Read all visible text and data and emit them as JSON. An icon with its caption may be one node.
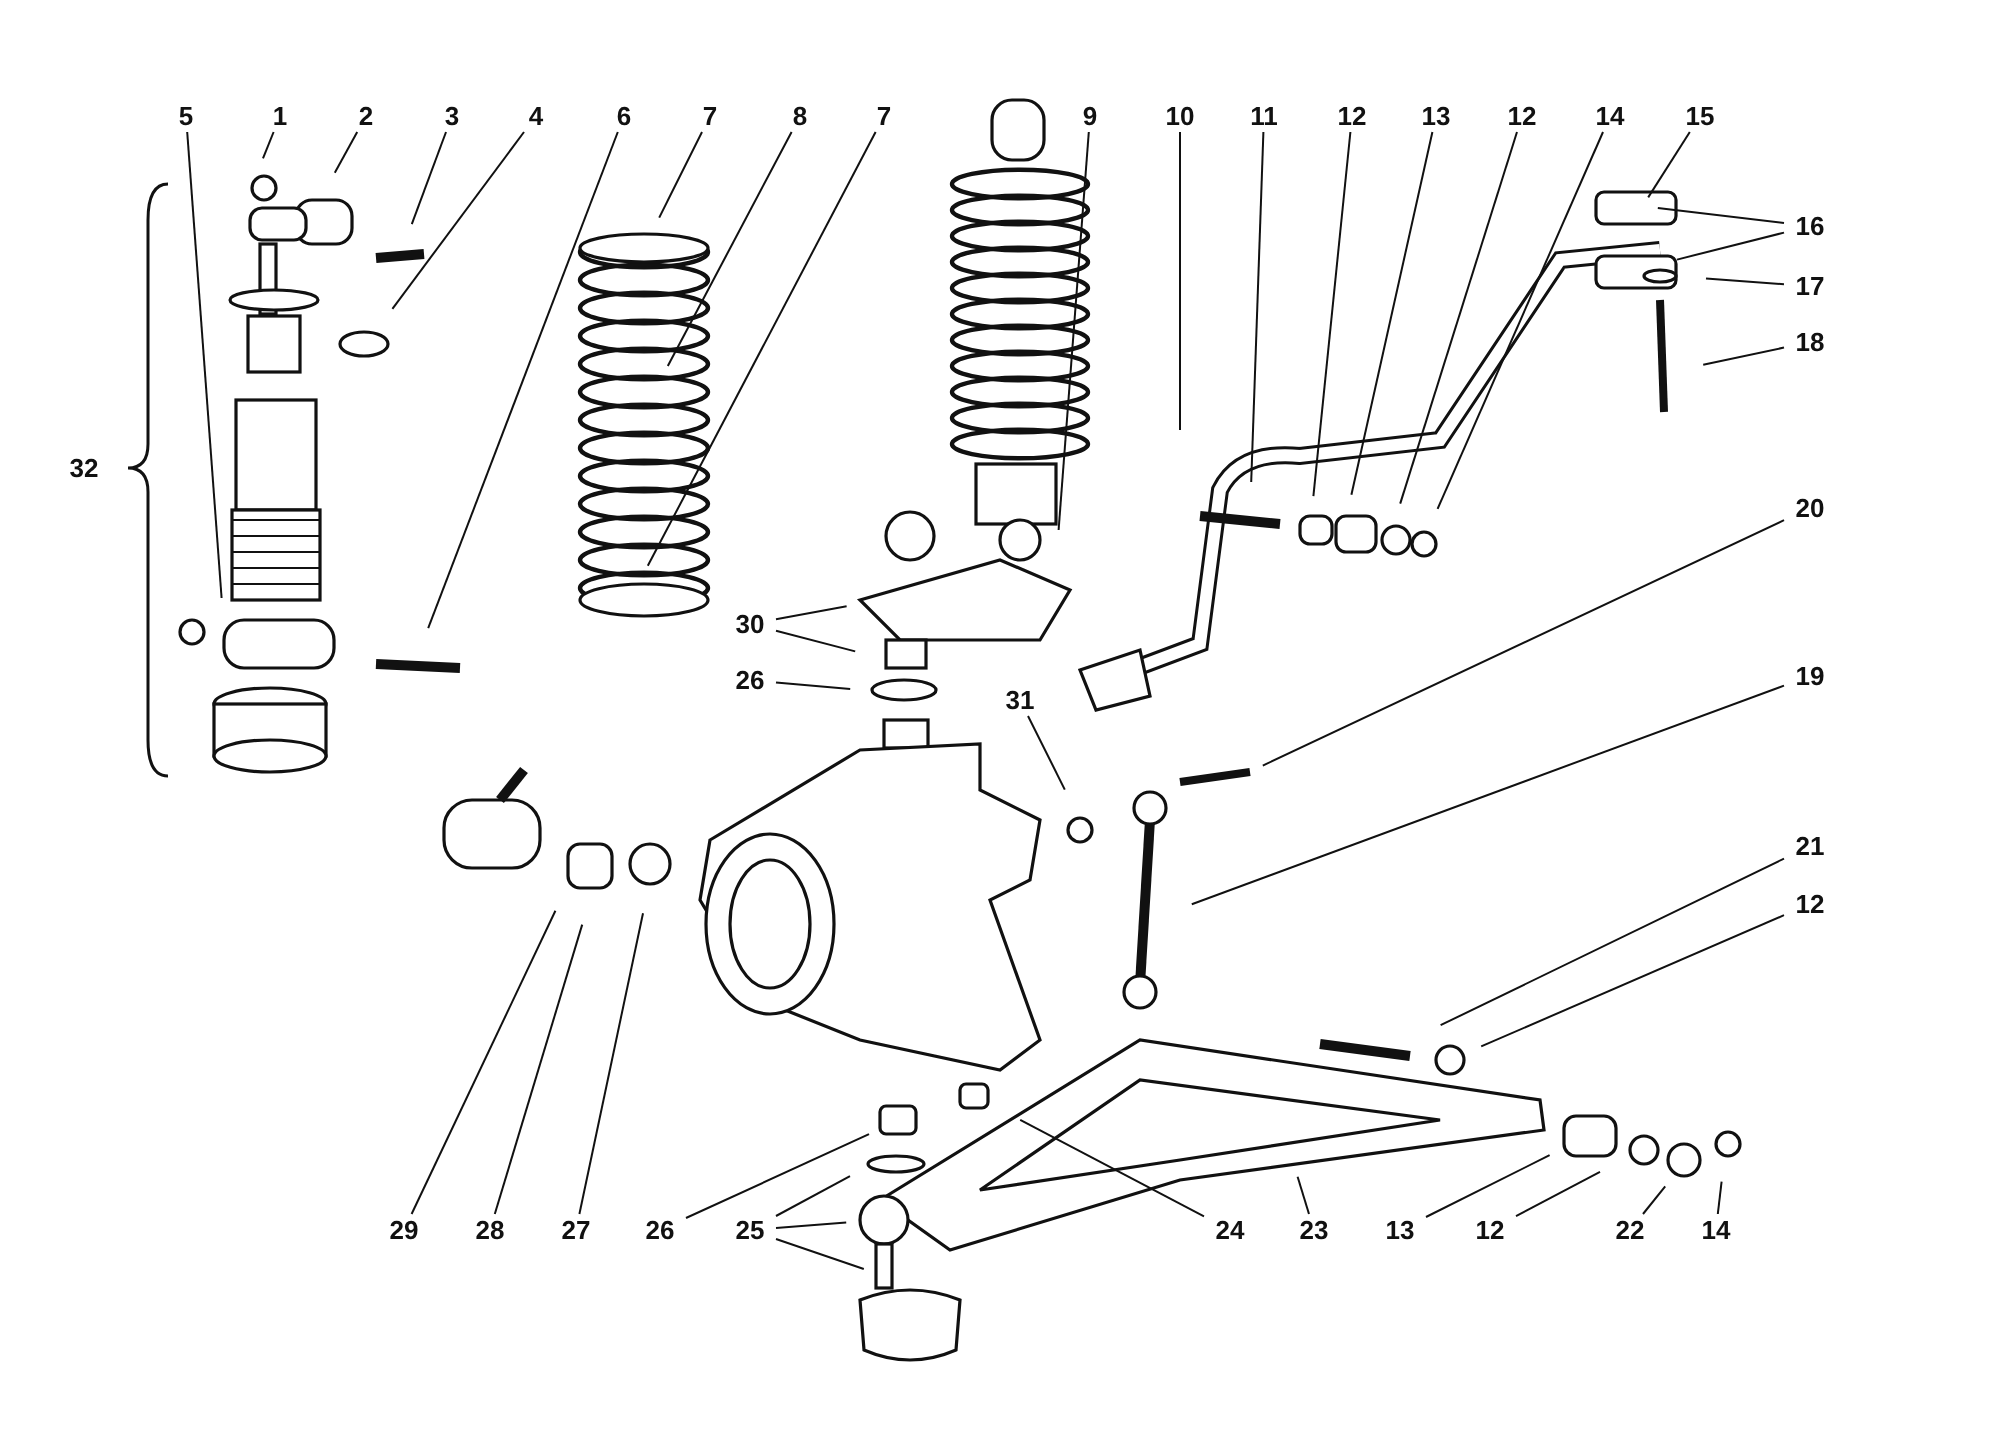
{
  "diagram": {
    "nodes": [
      {
        "text": [
          "5"
        ]
      },
      {
        "text": [
          "1"
        ]
      },
      {
        "text": [
          "2"
        ]
      },
      {
        "text": [
          "3"
        ]
      },
      {
        "text": [
          "4"
        ]
      },
      {
        "text": [
          "6"
        ]
      },
      {
        "text": [
          "7"
        ]
      },
      {
        "text": [
          "8"
        ]
      },
      {
        "text": [
          "7"
        ]
      },
      {
        "text": [
          "9"
        ]
      },
      {
        "text": [
          "10"
        ]
      },
      {
        "text": [
          "11"
        ]
      },
      {
        "text": [
          "12"
        ]
      },
      {
        "text": [
          "13"
        ]
      },
      {
        "text": [
          "12"
        ]
      },
      {
        "text": [
          "14"
        ]
      },
      {
        "text": [
          "15"
        ]
      },
      {
        "text": [
          "16"
        ]
      },
      {
        "text": [
          "17"
        ]
      },
      {
        "text": [
          "18"
        ]
      },
      {
        "text": [
          "32"
        ]
      },
      {
        "text": [
          "20"
        ]
      },
      {
        "text": [
          "30"
        ]
      },
      {
        "text": [
          "19"
        ]
      },
      {
        "text": [
          "26"
        ]
      },
      {
        "text": [
          "31"
        ]
      },
      {
        "text": [
          "21"
        ]
      },
      {
        "text": [
          "12"
        ]
      },
      {
        "text": [
          "29"
        ]
      },
      {
        "text": [
          "28"
        ]
      },
      {
        "text": [
          "27"
        ]
      },
      {
        "text": [
          "26"
        ]
      },
      {
        "text": [
          "25"
        ]
      },
      {
        "text": [
          "24"
        ]
      },
      {
        "text": [
          "23"
        ]
      },
      {
        "text": [
          "13"
        ]
      },
      {
        "text": [
          "12"
        ]
      },
      {
        "text": [
          "22"
        ]
      },
      {
        "text": [
          "14"
        ]
      }
    ],
    "edges": [
      {
        "from": 0,
        "to": null,
        "arrow": "none"
      },
      {
        "from": 1,
        "to": null,
        "arrow": "none"
      },
      {
        "from": 2,
        "to": null,
        "arrow": "none"
      },
      {
        "from": 3,
        "to": null,
        "arrow": "none"
      },
      {
        "from": 4,
        "to": null,
        "arrow": "none"
      },
      {
        "from": 5,
        "to": null,
        "arrow": "none"
      },
      {
        "from": 6,
        "to": null,
        "arrow": "none"
      },
      {
        "from": 7,
        "to": null,
        "arrow": "none"
      },
      {
        "from": 8,
        "to": null,
        "arrow": "none"
      },
      {
        "from": 9,
        "to": null,
        "arrow": "none"
      },
      {
        "from": 10,
        "to": null,
        "arrow": "none"
      },
      {
        "from": 11,
        "to": null,
        "arrow": "none"
      },
      {
        "from": 12,
        "to": null,
        "arrow": "none"
      },
      {
        "from": 13,
        "to": null,
        "arrow": "none"
      },
      {
        "from": 14,
        "to": null,
        "arrow": "none"
      },
      {
        "from": 15,
        "to": null,
        "arrow": "none"
      },
      {
        "from": 16,
        "to": null,
        "arrow": "none"
      },
      {
        "from": 17,
        "to": null,
        "arrow": "none"
      },
      {
        "from": 17,
        "to": null,
        "arrow": "none"
      },
      {
        "from": 18,
        "to": null,
        "arrow": "none"
      },
      {
        "from": 19,
        "to": null,
        "arrow": "none"
      },
      {
        "from": 21,
        "to": null,
        "arrow": "none"
      },
      {
        "from": 22,
        "to": null,
        "arrow": "none"
      },
      {
        "from": 22,
        "to": null,
        "arrow": "none"
      },
      {
        "from": 23,
        "to": null,
        "arrow": "none"
      },
      {
        "from": 24,
        "to": null,
        "arrow": "none"
      },
      {
        "from": 25,
        "to": null,
        "arrow": "none"
      },
      {
        "from": 26,
        "to": null,
        "arrow": "none"
      },
      {
        "from": 27,
        "to": null,
        "arrow": "none"
      },
      {
        "from": 28,
        "to": null,
        "arrow": "none"
      },
      {
        "from": 29,
        "to": null,
        "arrow": "none"
      },
      {
        "from": 30,
        "to": null,
        "arrow": "none"
      },
      {
        "from": 31,
        "to": null,
        "arrow": "none"
      },
      {
        "from": 32,
        "to": null,
        "arrow": "none"
      },
      {
        "from": 32,
        "to": null,
        "arrow": "none"
      },
      {
        "from": 32,
        "to": null,
        "arrow": "none"
      },
      {
        "from": 33,
        "to": null,
        "arrow": "none"
      },
      {
        "from": 34,
        "to": null,
        "arrow": "none"
      },
      {
        "from": 35,
        "to": null,
        "arrow": "none"
      },
      {
        "from": 36,
        "to": null,
        "arrow": "none"
      },
      {
        "from": 37,
        "to": null,
        "arrow": "none"
      },
      {
        "from": 38,
        "to": null,
        "arrow": "none"
      }
    ]
  }
}
